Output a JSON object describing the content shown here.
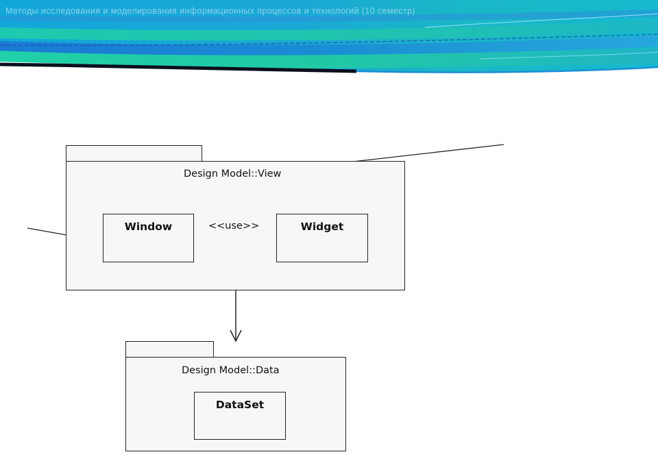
{
  "header": {
    "title": "Методы исследования и моделирования информационных процессов и технологий (10 семестр)",
    "colors": {
      "cyan": "#1ea0d8",
      "teal": "#1fc6a8",
      "blue": "#1565c8",
      "dark": "#0a0f1e"
    }
  },
  "diagram": {
    "packages": [
      {
        "name": "Design Model::View",
        "classes": [
          "Window",
          "Widget"
        ]
      },
      {
        "name": "Design Model::Data",
        "classes": [
          "DataSet"
        ]
      }
    ],
    "dependency_label": "<<use>>",
    "line_color": "#222222",
    "fill_color": "#f7f7f7"
  }
}
